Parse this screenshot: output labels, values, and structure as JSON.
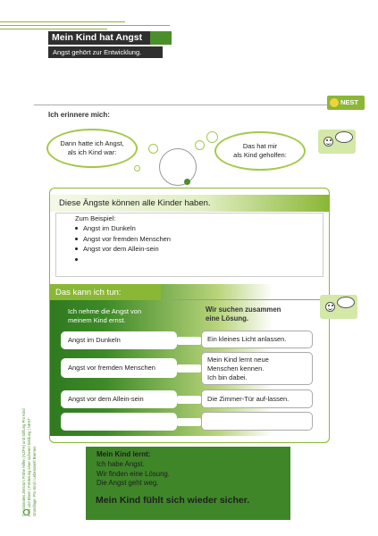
{
  "header": {
    "title": "Mein Kind hat Angst",
    "subtitle": "Angst gehört zur Entwicklung.",
    "logo_text": "NEST"
  },
  "remember": {
    "label": "Ich erinnere mich:",
    "cloud_left": "Dann hatte ich Angst,\nals ich Kind war:",
    "cloud_right": "Das hat mir\nals Kind geholfen:"
  },
  "fears": {
    "heading": "Diese Ängste können alle Kinder haben.",
    "example_title": "Zum Beispiel:",
    "items": [
      "Angst im Dunkeln",
      "Angst vor fremden Menschen",
      "Angst vor dem Allein-sein",
      ""
    ]
  },
  "actions": {
    "heading": "Das kann ich tun:",
    "left_head": "Ich nehme die Angst von\nmeinem Kind ernst.",
    "right_head": "Wir suchen zusammen\neine Lösung.",
    "rows": [
      {
        "situation": "Angst im Dunkeln",
        "solution": "Ein kleines Licht anlassen."
      },
      {
        "situation": "Angst vor fremden Menschen",
        "solution": "Mein Kind lernt neue\nMenschen kennen.\nIch bin dabei."
      },
      {
        "situation": "Angst vor dem Allein-sein",
        "solution": "Die Zimmer-Tür auf-lassen."
      },
      {
        "situation": "",
        "solution": ""
      }
    ]
  },
  "summary": {
    "title": "Mein Kind lernt:",
    "lines": "Ich habe Angst.\nWir finden eine Lösung.\nDie Angst geht weg.",
    "big": "Mein Kind fühlt sich wieder sicher."
  },
  "side_note": "© Nationales Zentrum Frühe Hilfen (NZFH) und Stiftung Pro Kind\nKind und Eltern | Förderung einer sicheren Bindung | NEST\nGrundlage: Pro Kind / Lebenswelt Bremen",
  "colors": {
    "brand_green": "#8ab735",
    "dark_green": "#3f8629",
    "title_black": "#2f2f2f"
  }
}
